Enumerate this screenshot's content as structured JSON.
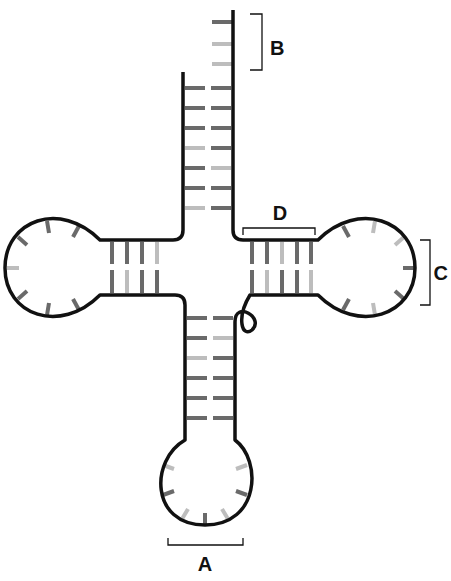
{
  "diagram": {
    "labels": [
      "B",
      "D",
      "C",
      "A"
    ]
  }
}
